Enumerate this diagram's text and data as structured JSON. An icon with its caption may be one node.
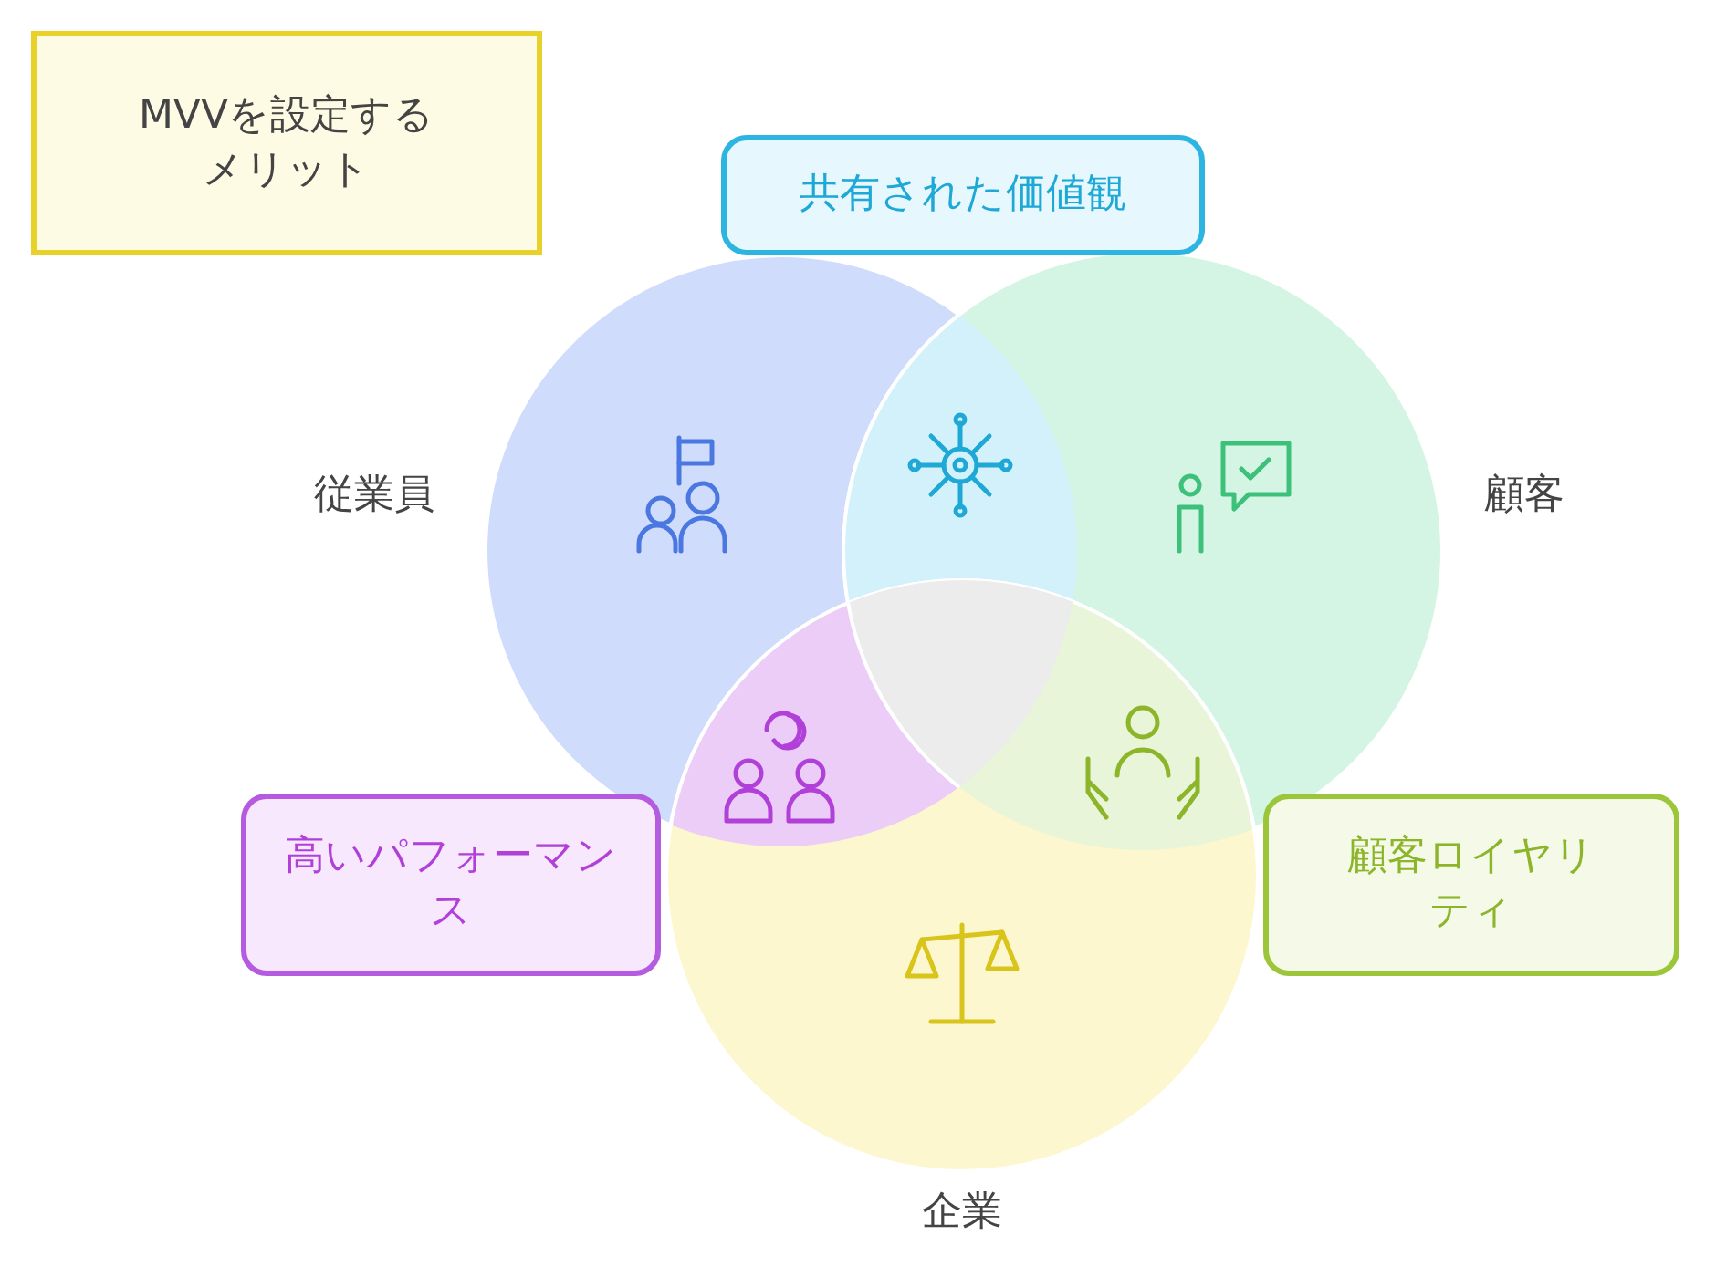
{
  "diagram": {
    "nodes": [
      {
        "text": [
          "MVVを設定するメリット"
        ]
      },
      {
        "text": [
          "従業員"
        ]
      },
      {
        "text": [
          "顧客"
        ]
      },
      {
        "text": [
          "企業"
        ]
      },
      {
        "text": [
          "共有された価値観"
        ]
      },
      {
        "text": [
          "高いパフォーマンス"
        ]
      },
      {
        "text": [
          "顧客ロイヤリティ"
        ]
      }
    ]
  }
}
